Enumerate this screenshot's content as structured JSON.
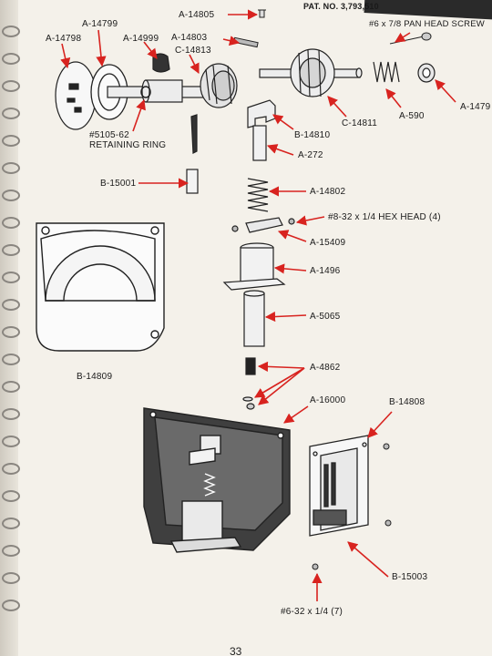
{
  "header": {
    "patent": "PAT. NO. 3,793,510"
  },
  "callouts": {
    "a14805": "A-14805",
    "screw_top": "#6 x 7/8 PAN HEAD SCREW",
    "a14799": "A-14799",
    "a14798": "A-14798",
    "a14999": "A-14999",
    "a14803": "A-14803",
    "c14813": "C-14813",
    "a1479": "A-1479",
    "a590": "A-590",
    "c14811": "C-14811",
    "b14810": "B-14810",
    "ring_part": "#5105-62",
    "ring_name": "RETAINING RING",
    "a272": "A-272",
    "b15001": "B-15001",
    "a14802": "A-14802",
    "hex_head": "#8-32 x 1/4 HEX HEAD (4)",
    "a15409": "A-15409",
    "a1496": "A-1496",
    "a5065": "A-5065",
    "b14809": "B-14809",
    "a4862": "A-4862",
    "a16000": "A-16000",
    "b14808": "B-14808",
    "b15003": "B-15003",
    "screw_bottom": "#6-32 x 1/4 (7)"
  },
  "footer": {
    "page_number": "33"
  },
  "colors": {
    "paper": "#f4f1ea",
    "ink": "#1a1a1a",
    "arrow": "#d8231f"
  }
}
